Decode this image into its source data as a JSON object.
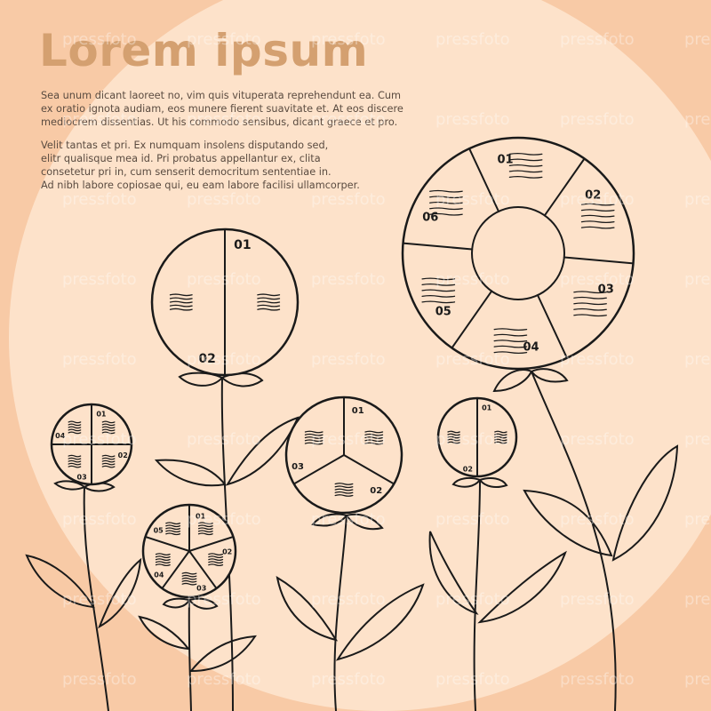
{
  "title": "Lorem ipsum",
  "paragraphs": [
    "Sea unum dicant laoreet no, vim quis vituperata reprehendunt ea. Cum\nex oratio ignota audiam, eos munere fierent suavitate et. At eos discere\nmediocrem dissentias. Ut his commodo sensibus, dicant graece et pro.",
    "Velit tantas et pri. Ex numquam insolens disputando sed,\nelitr  qualisque  mea  id.   Pri probatus appellantur ex, clita\nconsetetur pri in, cum senserit democritum sententiae in.\nAd nibh labore copiosae qui, eu eam labore facilisi ullamcorper."
  ],
  "watermark": "pressfoto",
  "colors": {
    "background": "#f8caa6",
    "circle": "#fde2ca",
    "title": "#d4a070",
    "ink": "#1a1a1a"
  },
  "flowers": [
    {
      "name": "ring-flower",
      "labels": [
        "01",
        "02",
        "03",
        "04",
        "05",
        "06"
      ]
    },
    {
      "name": "two-part-flower",
      "labels": [
        "01",
        "02"
      ]
    },
    {
      "name": "four-part-flower",
      "labels": [
        "01",
        "02",
        "03",
        "04"
      ]
    },
    {
      "name": "five-part-flower",
      "labels": [
        "01",
        "02",
        "03",
        "04",
        "05"
      ]
    },
    {
      "name": "three-part-flower",
      "labels": [
        "01",
        "02",
        "03"
      ]
    },
    {
      "name": "small-two-part-flower",
      "labels": [
        "01",
        "02"
      ]
    }
  ]
}
